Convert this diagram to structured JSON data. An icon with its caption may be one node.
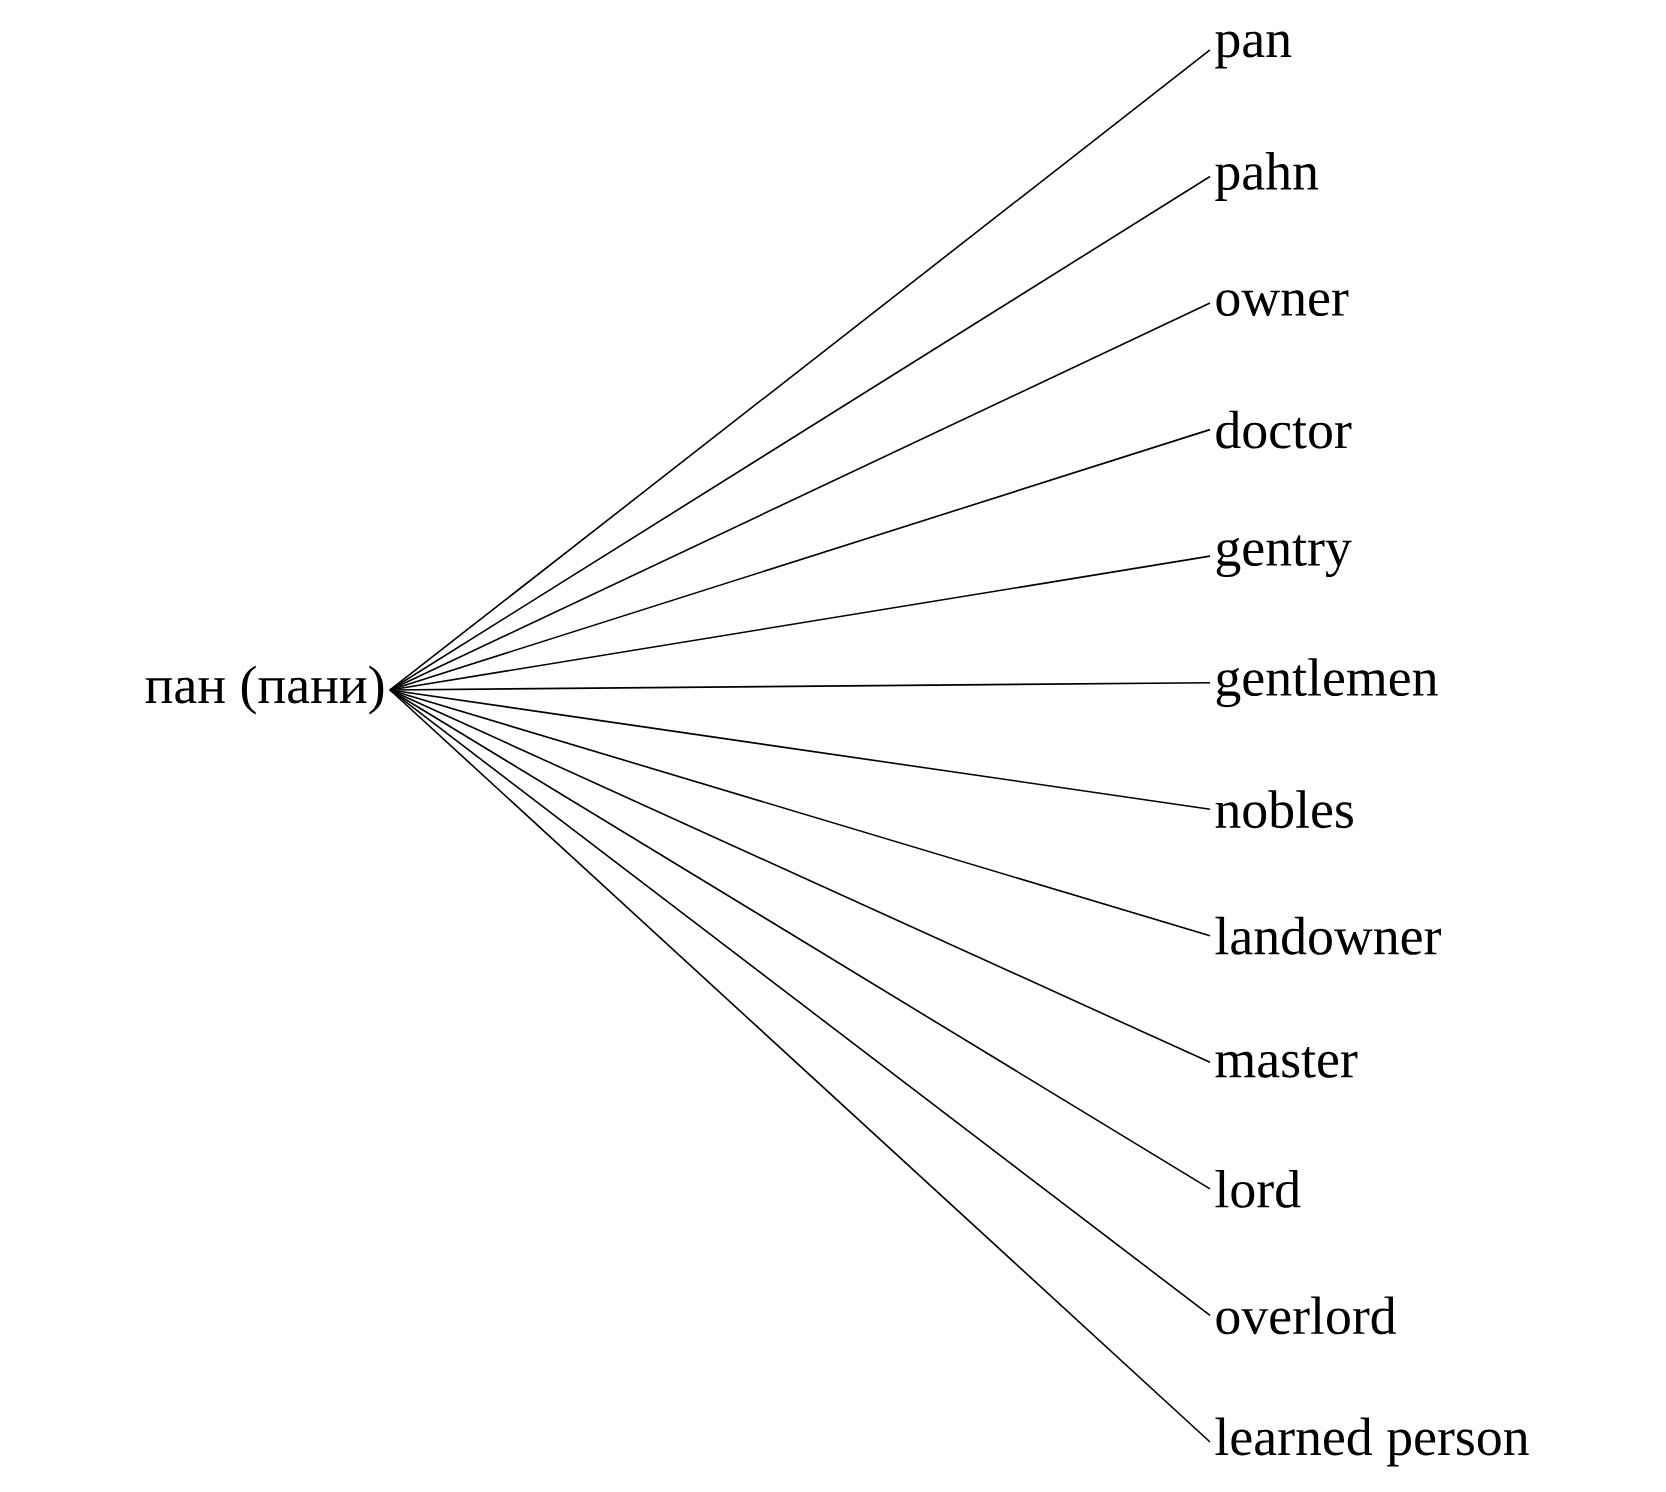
{
  "diagram": {
    "nodes": [
      {
        "text": [
          "пан (пани)"
        ]
      },
      {
        "text": [
          "pan"
        ]
      },
      {
        "text": [
          "pahn"
        ]
      },
      {
        "text": [
          "owner"
        ]
      },
      {
        "text": [
          "doctor"
        ]
      },
      {
        "text": [
          "gentry"
        ]
      },
      {
        "text": [
          "gentlemen"
        ]
      },
      {
        "text": [
          "nobles"
        ]
      },
      {
        "text": [
          "landowner"
        ]
      },
      {
        "text": [
          "master"
        ]
      },
      {
        "text": [
          "lord"
        ]
      },
      {
        "text": [
          "overlord"
        ]
      },
      {
        "text": [
          "learned person"
        ]
      }
    ],
    "edges": [
      {
        "from": 0,
        "to": 1,
        "arrow": "none"
      },
      {
        "from": 0,
        "to": 2,
        "arrow": "none"
      },
      {
        "from": 0,
        "to": 3,
        "arrow": "none"
      },
      {
        "from": 0,
        "to": 4,
        "arrow": "none"
      },
      {
        "from": 0,
        "to": 5,
        "arrow": "none"
      },
      {
        "from": 0,
        "to": 6,
        "arrow": "none"
      },
      {
        "from": 0,
        "to": 7,
        "arrow": "none"
      },
      {
        "from": 0,
        "to": 8,
        "arrow": "none"
      },
      {
        "from": 0,
        "to": 9,
        "arrow": "none"
      },
      {
        "from": 0,
        "to": 10,
        "arrow": "none"
      },
      {
        "from": 0,
        "to": 11,
        "arrow": "none"
      },
      {
        "from": 0,
        "to": 12,
        "arrow": "none"
      }
    ]
  }
}
